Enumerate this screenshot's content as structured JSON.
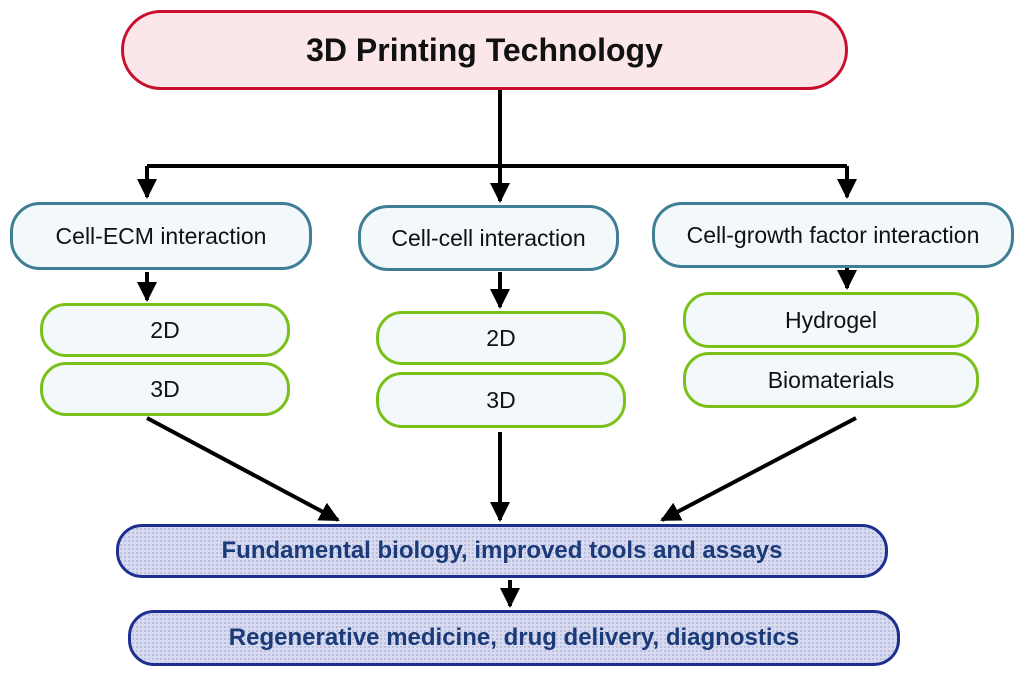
{
  "diagram": {
    "root": "3D Printing Technology",
    "branches": [
      {
        "label": "Cell-ECM interaction",
        "items": [
          "2D",
          "3D"
        ]
      },
      {
        "label": "Cell-cell interaction",
        "items": [
          "2D",
          "3D"
        ]
      },
      {
        "label": "Cell-growth factor interaction",
        "items": [
          "Hydrogel",
          "Biomaterials"
        ]
      }
    ],
    "outcomes": [
      "Fundamental biology, improved tools and assays",
      "Regenerative medicine, drug delivery, diagnostics"
    ]
  },
  "colors": {
    "root_border": "#c8102e",
    "mechanism_border": "#3f7e94",
    "item_border": "#7ac01b",
    "outcome_border": "#1f2f8f",
    "outcome_text": "#1a3a78",
    "arrow": "#000000"
  }
}
